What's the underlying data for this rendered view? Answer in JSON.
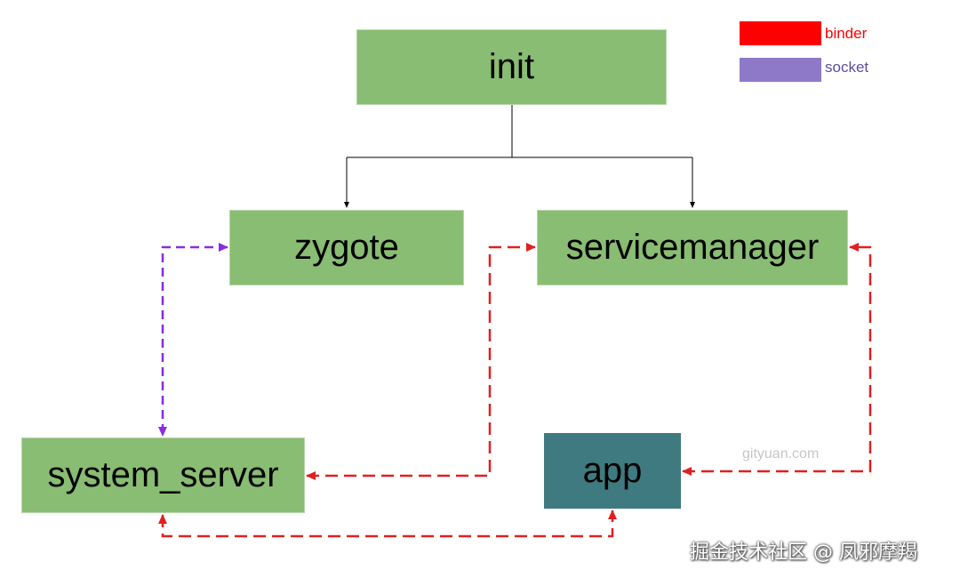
{
  "nodes": {
    "init": "init",
    "zygote": "zygote",
    "servicemanager": "servicemanager",
    "system_server": "system_server",
    "app": "app"
  },
  "legend": {
    "binder": {
      "label": "binder",
      "color": "#ff0000"
    },
    "socket": {
      "label": "socket",
      "color": "#8e79c8"
    }
  },
  "watermarks": {
    "site": "gityuan.com",
    "credit": "掘金技术社区 @ 凤邪摩羯"
  },
  "colors": {
    "node_fill": "#88bd73",
    "app_fill": "#3f7a80",
    "binder_line": "#e02020",
    "socket_line": "#8a2be2"
  }
}
